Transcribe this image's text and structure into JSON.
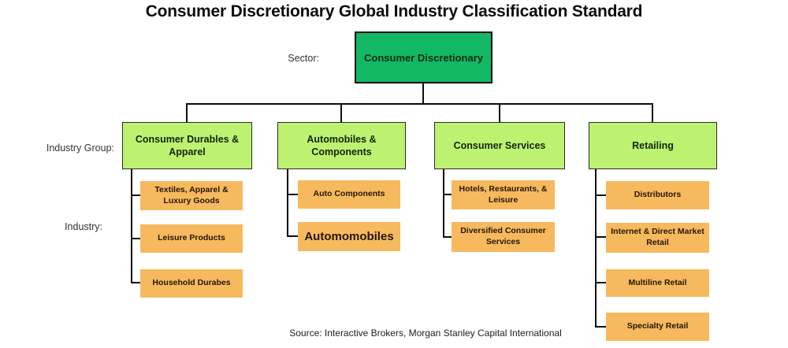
{
  "title": "Consumer Discretionary Global Industry Classification Standard",
  "labels": {
    "sector": "Sector:",
    "industry_group": "Industry Group:",
    "industry": "Industry:"
  },
  "sector": {
    "name": "Consumer Discretionary"
  },
  "groups": [
    {
      "name": "Consumer Durables & Apparel",
      "industries": [
        "Textiles, Apparel & Luxury Goods",
        "Leisure Products",
        "Household Durabes"
      ]
    },
    {
      "name": "Automobiles & Components",
      "industries": [
        "Auto Components",
        "Automomobiles"
      ]
    },
    {
      "name": "Consumer Services",
      "industries": [
        "Hotels, Restaurants, & Leisure",
        "Diversified Consumer Services"
      ]
    },
    {
      "name": "Retailing",
      "industries": [
        "Distributors",
        "Internet & Direct Market Retail",
        "Multiline Retail",
        "Specialty Retail"
      ]
    }
  ],
  "source": "Source: Interactive Brokers, Morgan Stanley Capital International",
  "colors": {
    "sector_box": "#13B864",
    "group_box": "#BDF271",
    "industry_box": "#F7B95E",
    "connector": "#0d0d0d",
    "background": "#ffffff"
  }
}
